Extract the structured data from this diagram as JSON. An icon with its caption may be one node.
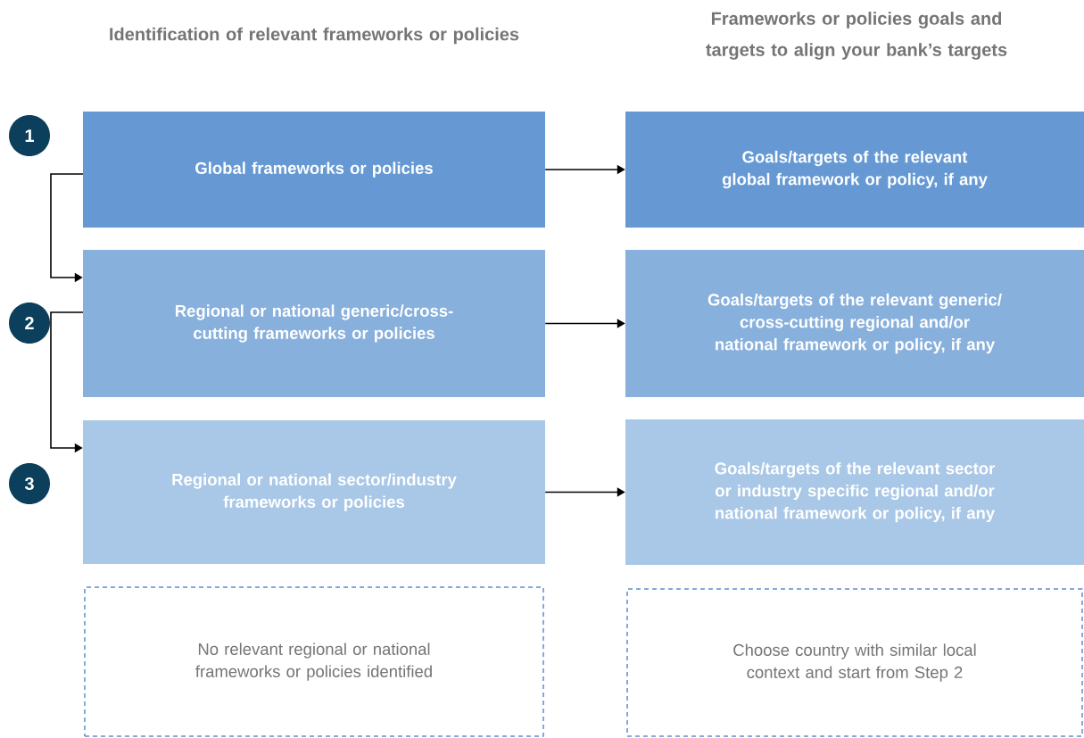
{
  "diagram": {
    "nodes": [
      {
        "text": [
          "1"
        ]
      },
      {
        "text": [
          "Global frameworks or policies"
        ]
      },
      {
        "text": [
          "Goals/targets of the relevant global framework or policy, if any"
        ]
      },
      {
        "text": [
          "2"
        ]
      },
      {
        "text": [
          "Regional or national generic/cross-cutting frameworks or policies"
        ]
      },
      {
        "text": [
          "Goals/targets of the relevant generic/ cross-cutting regional and/or national framework or policy, if any"
        ]
      },
      {
        "text": [
          "3"
        ]
      },
      {
        "text": [
          "Regional or national sector/industry frameworks or policies"
        ]
      },
      {
        "text": [
          "Goals/targets of the relevant sector or industry specific regional and/or national framework or policy, if any"
        ]
      },
      {
        "text": [
          "No relevant regional or national frameworks or policies identified"
        ]
      },
      {
        "text": [
          "Choose country with similar local context and start from Step 2"
        ]
      }
    ],
    "edges": [
      {
        "from": 1,
        "to": 2,
        "arrow": "to"
      },
      {
        "from": 1,
        "to": 4,
        "arrow": "to"
      },
      {
        "from": 4,
        "to": 5,
        "arrow": "to"
      },
      {
        "from": 4,
        "to": 7,
        "arrow": "to"
      },
      {
        "from": 7,
        "to": 8,
        "arrow": "to"
      }
    ],
    "labels": [
      "Identification of relevant frameworks or policies",
      "Frameworks or policies goals and targets to align your bank’s targets"
    ]
  }
}
